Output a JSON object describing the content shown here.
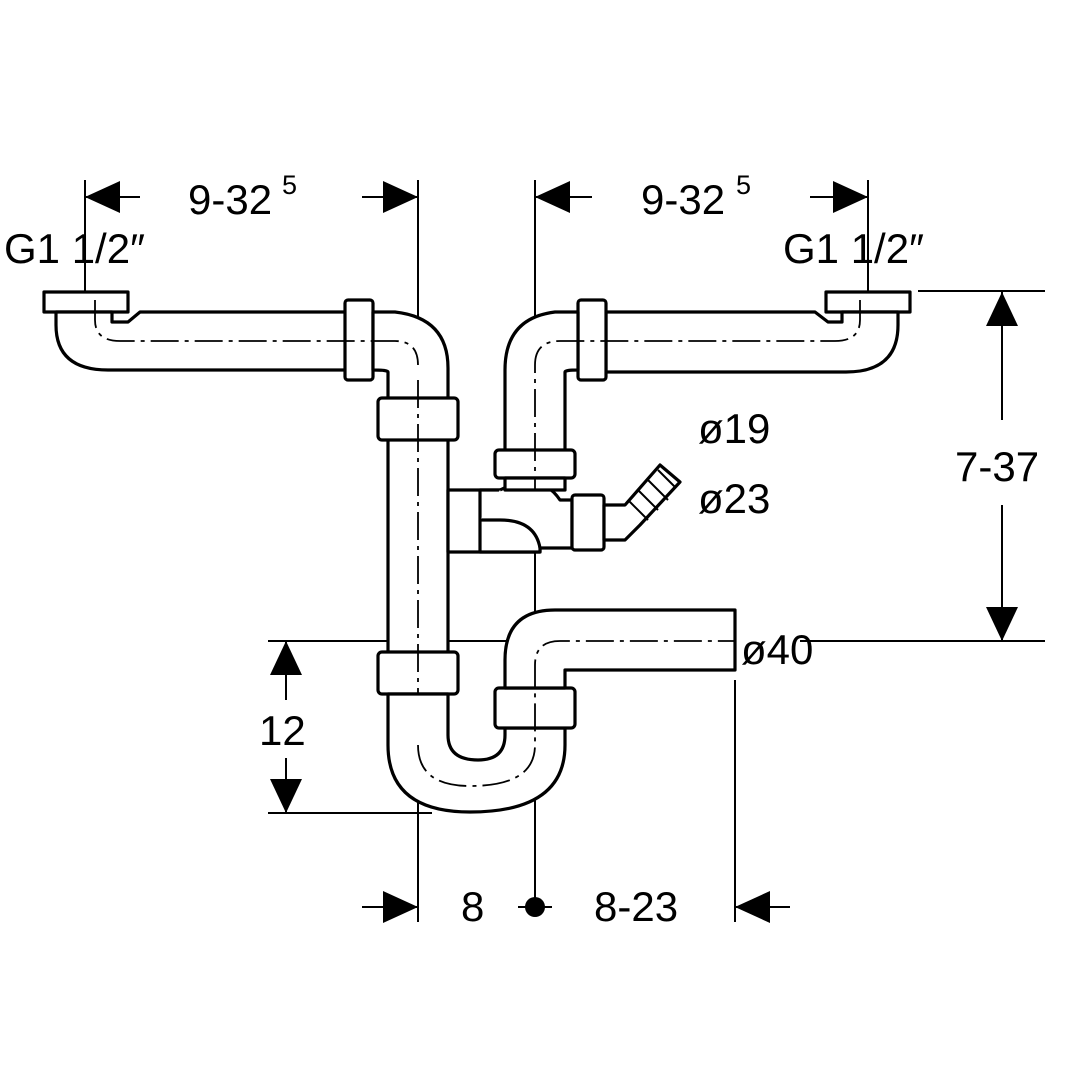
{
  "diagram": {
    "title": "Double-sink siphon dimension drawing",
    "labels": {
      "left_width": "9-32",
      "left_width_sup": "5",
      "right_width": "9-32",
      "right_width_sup": "5",
      "left_thread": "G1 1/2″",
      "right_thread": "G1 1/2″",
      "hose_diameter_1": "ø19",
      "hose_diameter_2": "ø23",
      "height_range": "7-37",
      "outlet_diameter": "ø40",
      "trap_height": "12",
      "offset_left": "8",
      "offset_right": "8-23"
    }
  }
}
